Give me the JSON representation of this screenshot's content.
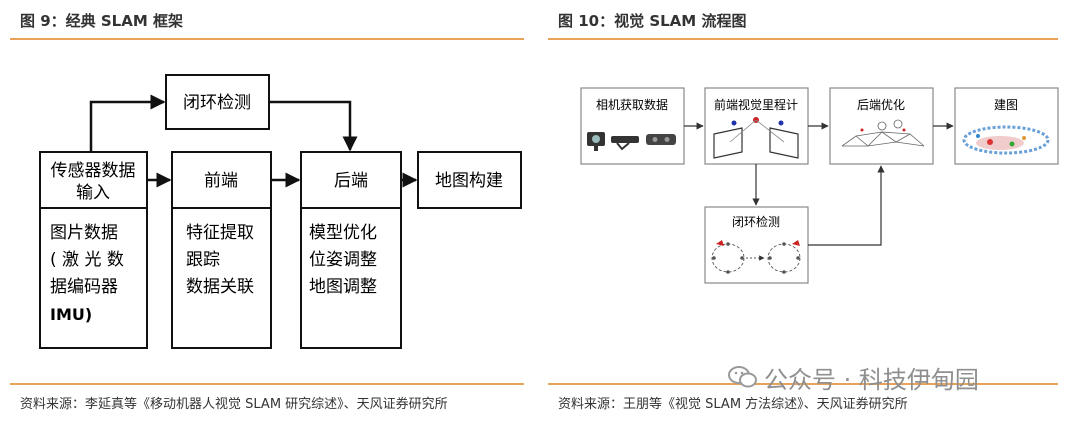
{
  "left": {
    "title": "图 9：经典 SLAM 框架",
    "source": "资料来源：李延真等《移动机器人视觉 SLAM 研究综述》、天风证券研究所",
    "boxes": {
      "closure": "闭环检测",
      "sensor": [
        "传感器数据",
        "输入"
      ],
      "frontend": "前端",
      "backend": "后端",
      "mapping": "地图构建"
    },
    "details": {
      "sensor": [
        "图片数据",
        "( 激 光 数",
        "据编码器",
        "IMU)"
      ],
      "frontend": [
        "特征提取",
        "跟踪",
        "数据关联"
      ],
      "backend": [
        "模型优化",
        "位姿调整",
        "地图调整"
      ]
    }
  },
  "right": {
    "title": "图 10：视觉 SLAM 流程图",
    "source": "资料来源：王朋等《视觉 SLAM 方法综述》、天风证券研究所",
    "boxes": {
      "camera": "相机获取数据",
      "odometry": "前端视觉里程计",
      "optimize": "后端优化",
      "mapping": "建图",
      "loop": "闭环检测"
    }
  },
  "watermark": "公众号 · 科技伊甸园"
}
